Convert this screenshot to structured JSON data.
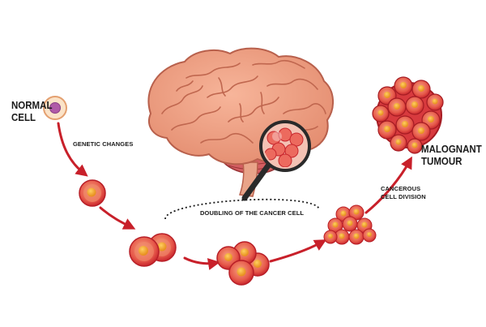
{
  "labels": {
    "normal_cell_line1": "NORMAL",
    "normal_cell_line2": "CELL",
    "genetic_changes": "GENETIC CHANGES",
    "doubling": "DOUBLING OF THE CANCER CELL",
    "cancerous_line1": "CANCEROUS",
    "cancerous_line2": "CELL DIVISION",
    "malignant_line1": "MALOGNANT",
    "malignant_line2": "TUMOUR"
  },
  "colors": {
    "arrow": "#c8202a",
    "cell_outer": "#d8353a",
    "cell_inner": "#f08a6a",
    "nucleus": "#f0a020",
    "normal_cell_fill": "#fbe3c8",
    "normal_nucleus": "#b05aa8",
    "brain": "#f0a184",
    "brain_outline": "#b8604c",
    "cerebellum": "#d86a6a"
  },
  "icons": {
    "magnifier": "magnifying-glass-icon"
  }
}
